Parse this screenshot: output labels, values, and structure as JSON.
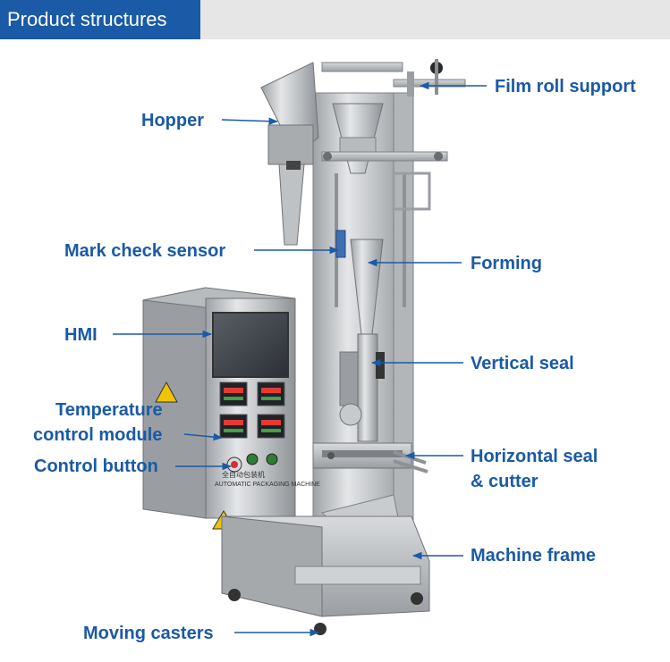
{
  "header": {
    "title": "Product structures"
  },
  "colors": {
    "accent": "#1a5aa6",
    "header_bg": "#e6e6e6",
    "steel": "#c4c6c8"
  },
  "labels": {
    "film_roll_support": "Film roll support",
    "hopper": "Hopper",
    "mark_check_sensor": "Mark check sensor",
    "forming": "Forming",
    "hmi": "HMI",
    "vertical_seal": "Vertical seal",
    "temperature_line1": "Temperature",
    "temperature_line2": "control module",
    "horizontal_seal_line1": "Horizontal seal",
    "horizontal_seal_line2": "& cutter",
    "control_button": "Control button",
    "machine_frame": "Machine frame",
    "moving_casters": "Moving casters"
  },
  "panel": {
    "side_text_1": "AUTOMATIC PACKAGING MACHINE",
    "side_text_2": "全自动包装机"
  }
}
